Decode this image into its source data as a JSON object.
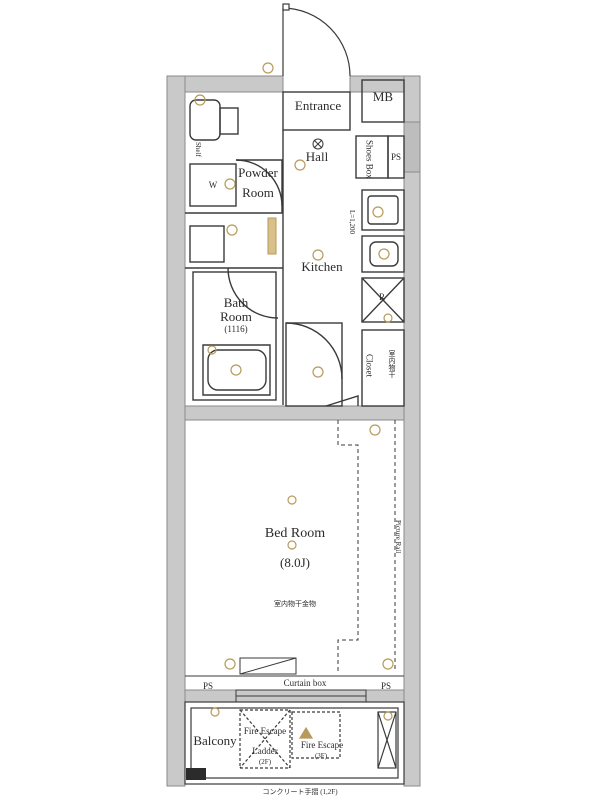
{
  "rooms": {
    "entrance": "Entrance",
    "mb": "MB",
    "hall": "Hall",
    "shoes_box": "Shoes Box",
    "ps_top": "PS",
    "powder_room_1": "Powder",
    "powder_room_2": "Room",
    "shelf": "Shelf",
    "w": "W",
    "kitchen": "Kitchen",
    "l_dim": "L=1,200",
    "r": "R",
    "bath_room_1": "Bath",
    "bath_room_2": "Room",
    "bath_size": "(1116)",
    "closet": "Closet",
    "closet_note": "室内物干",
    "bed_room": "Bed Room",
    "bed_size": "(8.0J)",
    "drying_hardware": "室内物干金物",
    "picture_rail": "Picture Rail",
    "ps_left": "PS",
    "ps_right": "PS",
    "curtain_box": "Curtain box",
    "balcony": "Balcony",
    "fire_escape_ladder_1": "Fire Escape",
    "fire_escape_ladder_2": "Ladder",
    "fire_escape_ladder_floor": "(2F)",
    "fire_escape_hatch": "Fire Escape",
    "fire_escape_hatch_floor": "(3F)",
    "handrail_note": "コンクリート手摺 (1,2F)"
  },
  "colors": {
    "wall": "#c8c8c8",
    "line": "#3a3a3a",
    "fixture": "#b89a5a"
  }
}
